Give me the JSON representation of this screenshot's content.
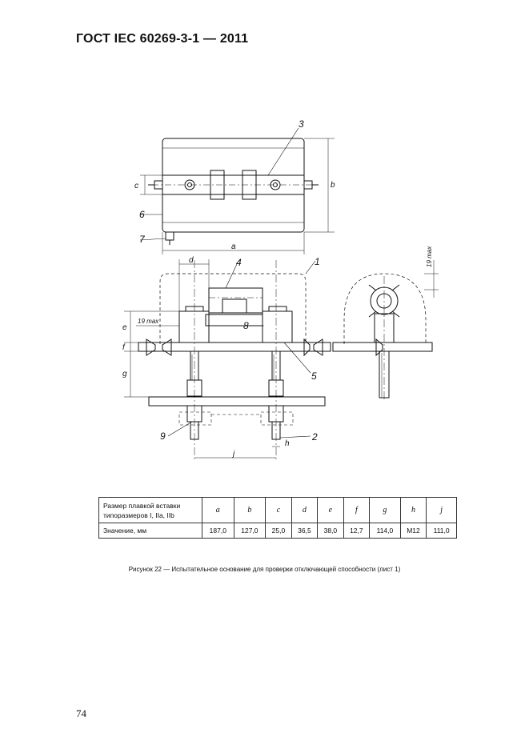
{
  "header": {
    "standard": "ГОСТ IEC 60269-3-1 — 2011"
  },
  "drawing": {
    "callouts": [
      "1",
      "2",
      "3",
      "4",
      "5",
      "6",
      "7",
      "8",
      "9"
    ],
    "dims": {
      "a": "a",
      "b": "b",
      "c": "c",
      "d": "d",
      "e": "e",
      "f": "f",
      "g": "g",
      "h": "h",
      "j": "j",
      "max1": "19 max",
      "max2": "19 max"
    }
  },
  "table": {
    "label_row1": "Размер плавкой вставки типоразмеров I, IIa, IIb",
    "label_row2": "Значение, мм",
    "columns": [
      "a",
      "b",
      "c",
      "d",
      "e",
      "f",
      "g",
      "h",
      "j"
    ],
    "values": [
      "187,0",
      "127,0",
      "25,0",
      "36,5",
      "38,0",
      "12,7",
      "114,0",
      "M12",
      "111,0"
    ]
  },
  "caption": "Рисунок 22 — Испытательное основание для проверки отключающей способности (лист 1)",
  "page_number": "74"
}
